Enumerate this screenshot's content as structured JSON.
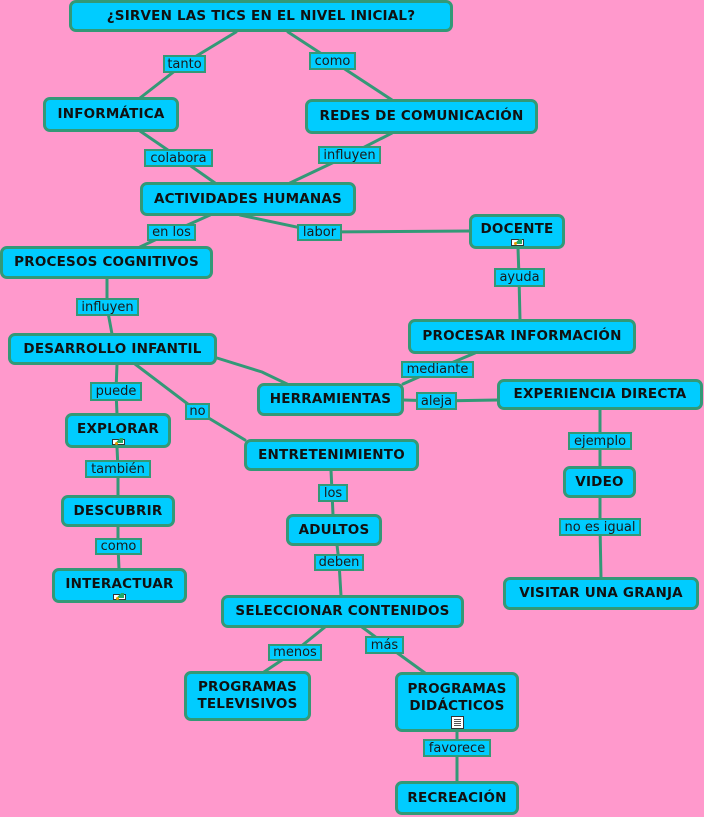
{
  "nodes": {
    "title": "¿SIRVEN LAS TICS EN EL NIVEL INICIAL?",
    "informatica": "INFORMÁTICA",
    "redes": "REDES DE COMUNICACIÓN",
    "actividades": "ACTIVIDADES HUMANAS",
    "docente": "DOCENTE",
    "procesos": "PROCESOS COGNITIVOS",
    "procesar": "PROCESAR INFORMACIÓN",
    "desarrollo": "DESARROLLO INFANTIL",
    "herramientas": "HERRAMIENTAS",
    "experiencia": "EXPERIENCIA DIRECTA",
    "explorar": "EXPLORAR",
    "entretenimiento": "ENTRETENIMIENTO",
    "video": "VIDEO",
    "descubrir": "DESCUBRIR",
    "adultos": "ADULTOS",
    "interactuar": "INTERACTUAR",
    "seleccionar": "SELECCIONAR CONTENIDOS",
    "granja": "VISITAR UNA GRANJA",
    "televisivos_1": "PROGRAMAS",
    "televisivos_2": "TELEVISIVOS",
    "didacticos_1": "PROGRAMAS",
    "didacticos_2": "DIDÁCTICOS",
    "recreacion": "RECREACIÓN"
  },
  "links": {
    "tanto": "tanto",
    "como1": "como",
    "colabora": "colabora",
    "influyen1": "influyen",
    "enlos": "en los",
    "labor": "labor",
    "ayuda": "ayuda",
    "influyen2": "influyen",
    "mediante": "mediante",
    "puede": "puede",
    "no": "no",
    "aleja": "aleja",
    "ejemplo": "ejemplo",
    "tambien": "también",
    "los": "los",
    "noesigual": "no es igual",
    "como2": "como",
    "deben": "deben",
    "menos": "menos",
    "mas": "más",
    "favorece": "favorece"
  },
  "icons": {
    "docente": "image-icon",
    "explorar": "image-icon",
    "interactuar": "image-icon",
    "didacticos": "document-icon"
  },
  "colors": {
    "background": "#ff99cc",
    "node_fill": "#00ccff",
    "border": "#339977"
  }
}
